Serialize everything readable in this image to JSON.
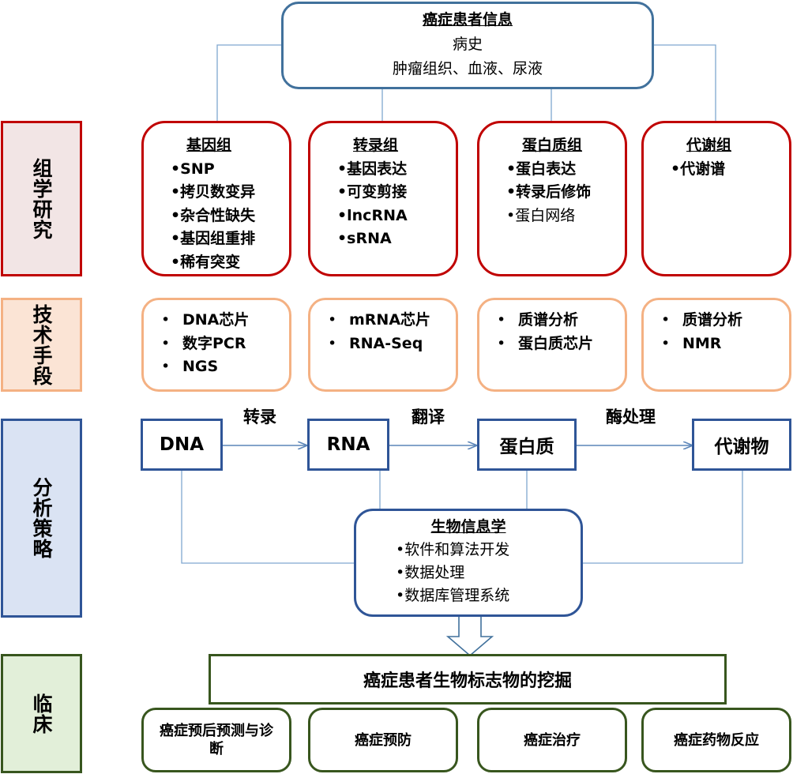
{
  "sections": {
    "omics_research": "组学研究",
    "techniques": "技术手段",
    "analysis_strategy": "分析策略",
    "clinical": "临床"
  },
  "patient_info": {
    "title": "癌症患者信息",
    "lines": [
      "病史",
      "肿瘤组织、血液、尿液"
    ]
  },
  "omics": [
    {
      "title": "基因组",
      "items": [
        "•SNP",
        "•拷贝数变异",
        "•杂合性缺失",
        "•基因组重排",
        "•稀有突变"
      ]
    },
    {
      "title": "转录组",
      "items": [
        "•基因表达",
        "•可变剪接",
        "•lncRNA",
        "•sRNA"
      ]
    },
    {
      "title": "蛋白质组",
      "items": [
        "•蛋白表达",
        "•转录后修饰",
        "•蛋白网络"
      ]
    },
    {
      "title": "代谢组",
      "items": [
        "•代谢谱"
      ]
    }
  ],
  "techniques": [
    {
      "items": [
        "DNA芯片",
        "数字PCR",
        "NGS"
      ]
    },
    {
      "items": [
        "mRNA芯片",
        "RNA-Seq"
      ]
    },
    {
      "items": [
        "质谱分析",
        "蛋白质芯片"
      ]
    },
    {
      "items": [
        "质谱分析",
        "NMR"
      ]
    }
  ],
  "bullet": "•",
  "analysis": {
    "molecules": [
      "DNA",
      "RNA",
      "蛋白质",
      "代谢物"
    ],
    "processes": [
      "转录",
      "翻译",
      "酶处理"
    ]
  },
  "bioinformatics": {
    "title": "生物信息学",
    "items": [
      "•软件和算法开发",
      "•数据处理",
      "•数据库管理系统"
    ]
  },
  "clinical": {
    "main": "癌症患者生物标志物的挖掘",
    "items": [
      "癌症预后预测与诊断",
      "癌症预防",
      "癌症治疗",
      "癌症药物反应"
    ]
  },
  "colors": {
    "omics_border": "#c00000",
    "technique_border": "#f4b183",
    "analysis_border": "#2f5597",
    "clinical_border": "#38561e",
    "connector": "#7fa7d0"
  }
}
